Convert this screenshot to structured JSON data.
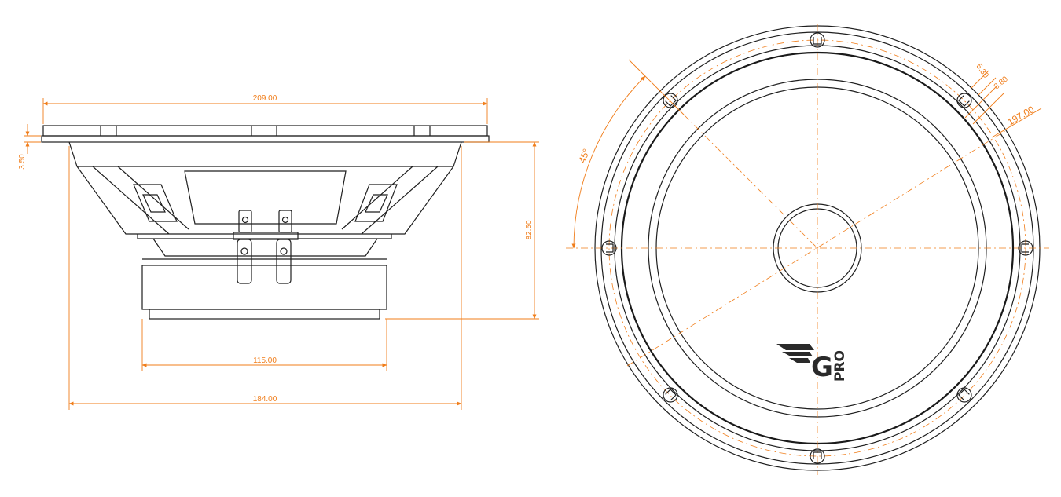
{
  "side_view": {
    "dims": {
      "overall_width": "209.00",
      "flange_thickness": "3.50",
      "mount_depth": "82.50",
      "magnet_width": "115.00",
      "cutout_width": "184.00"
    }
  },
  "front_view": {
    "dims": {
      "angle": "45°",
      "slot_width": "5.30",
      "slot_length": "8.80",
      "bolt_circle": "197.00"
    },
    "logo": {
      "letter": "G",
      "text": "PRO"
    }
  },
  "colors": {
    "line": "#1f1f1f",
    "dimension": "#f07d1a",
    "background": "#ffffff"
  }
}
